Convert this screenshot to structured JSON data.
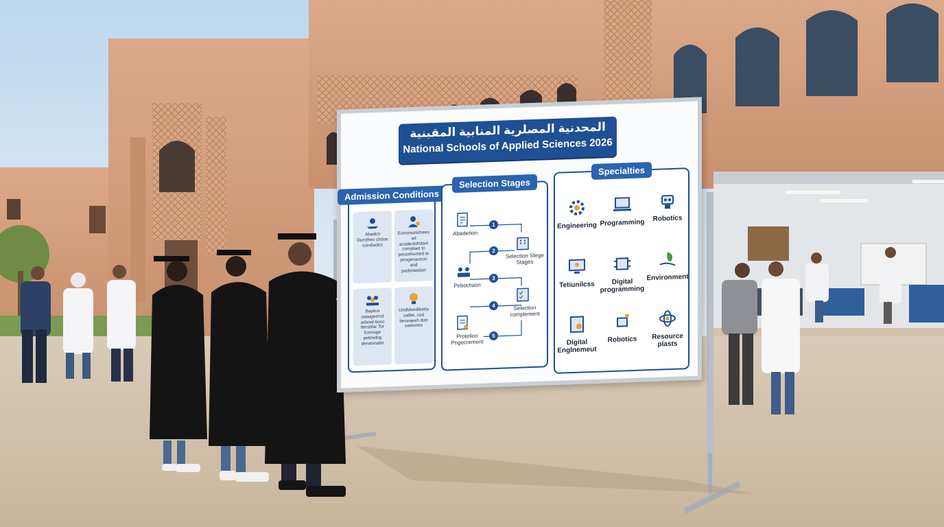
{
  "board": {
    "title_ar": "المحدنية المصلرية المنابية المقبنية",
    "title_en": "National Schools of Applied Sciences 2026",
    "admission": {
      "heading": "Admission Conditions",
      "tiles": [
        "Abadcn Dursthes clrdoe condiadcn",
        "Eonsmonichees ad acodectohdam complaet to peconhomed to pnogenaceon and pudsnaedon",
        "Bapton oalaigeenst adanal tioco tlersbfar Tor Eemuge pettnidng deratonatin",
        "Undtdeedleeita oalter, cod beceaeeh don saetones"
      ]
    },
    "stages": {
      "heading": "Selection Stages",
      "numbers": [
        "1",
        "2",
        "3",
        "4",
        "5"
      ],
      "labels": [
        "Abadetion",
        "Selection Stege Stages",
        "Peboctsion",
        "Selection complement",
        "Protelion Pngecrement"
      ]
    },
    "specialties": {
      "heading": "Specialties",
      "items": [
        "Engineering",
        "Programming",
        "Robotics",
        "Tetiunilcss",
        "Digital programming",
        "Environment",
        "Digital Englnemeut",
        "Robotics",
        "Resource plasts"
      ]
    }
  },
  "colors": {
    "sky": "#cfe0ef",
    "building": "#d7a584",
    "board_blue": "#1f4f94",
    "ground": "#d8c7b2"
  }
}
